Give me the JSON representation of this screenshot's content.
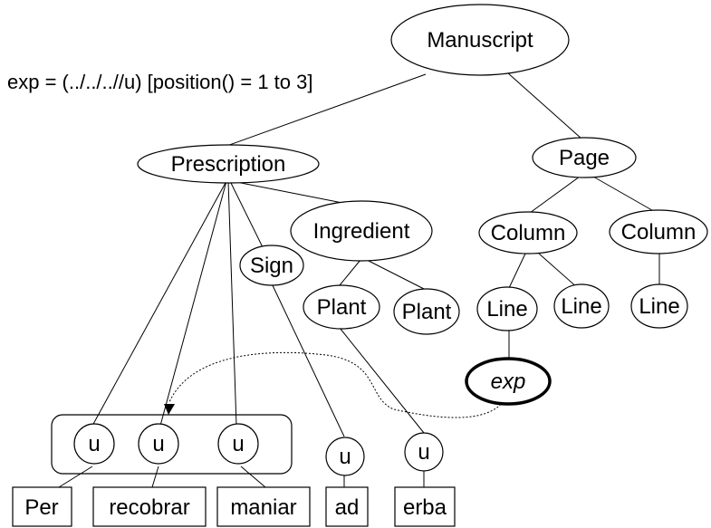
{
  "expression_label": "exp = (../../..//u) [position() = 1 to 3]",
  "nodes": {
    "manuscript": "Manuscript",
    "prescription": "Prescription",
    "page": "Page",
    "sign": "Sign",
    "ingredient": "Ingredient",
    "plant_1": "Plant",
    "plant_2": "Plant",
    "column_1": "Column",
    "column_2": "Column",
    "line_1": "Line",
    "line_2": "Line",
    "line_3": "Line",
    "exp": "exp",
    "u_1": "u",
    "u_2": "u",
    "u_3": "u",
    "u_4": "u",
    "u_5": "u"
  },
  "words": {
    "per": "Per",
    "recobrar": "recobrar",
    "maniar": "maniar",
    "ad": "ad",
    "erba": "erba"
  },
  "colors": {
    "stroke": "#000000",
    "fill": "#ffffff",
    "text": "#000000"
  }
}
